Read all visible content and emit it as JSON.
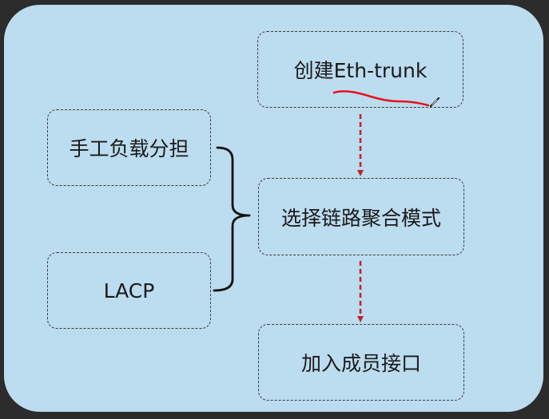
{
  "diagram": {
    "nodes": {
      "create_trunk": "创建Eth-trunk",
      "select_mode": "选择链路聚合模式",
      "add_members": "加入成员接口",
      "manual_mode": "手工负载分担",
      "lacp_mode": "LACP"
    },
    "colors": {
      "background": "#bcdcef",
      "arrow": "#c0202a",
      "annotation": "#e8101a",
      "border": "#3c3c3c"
    }
  }
}
